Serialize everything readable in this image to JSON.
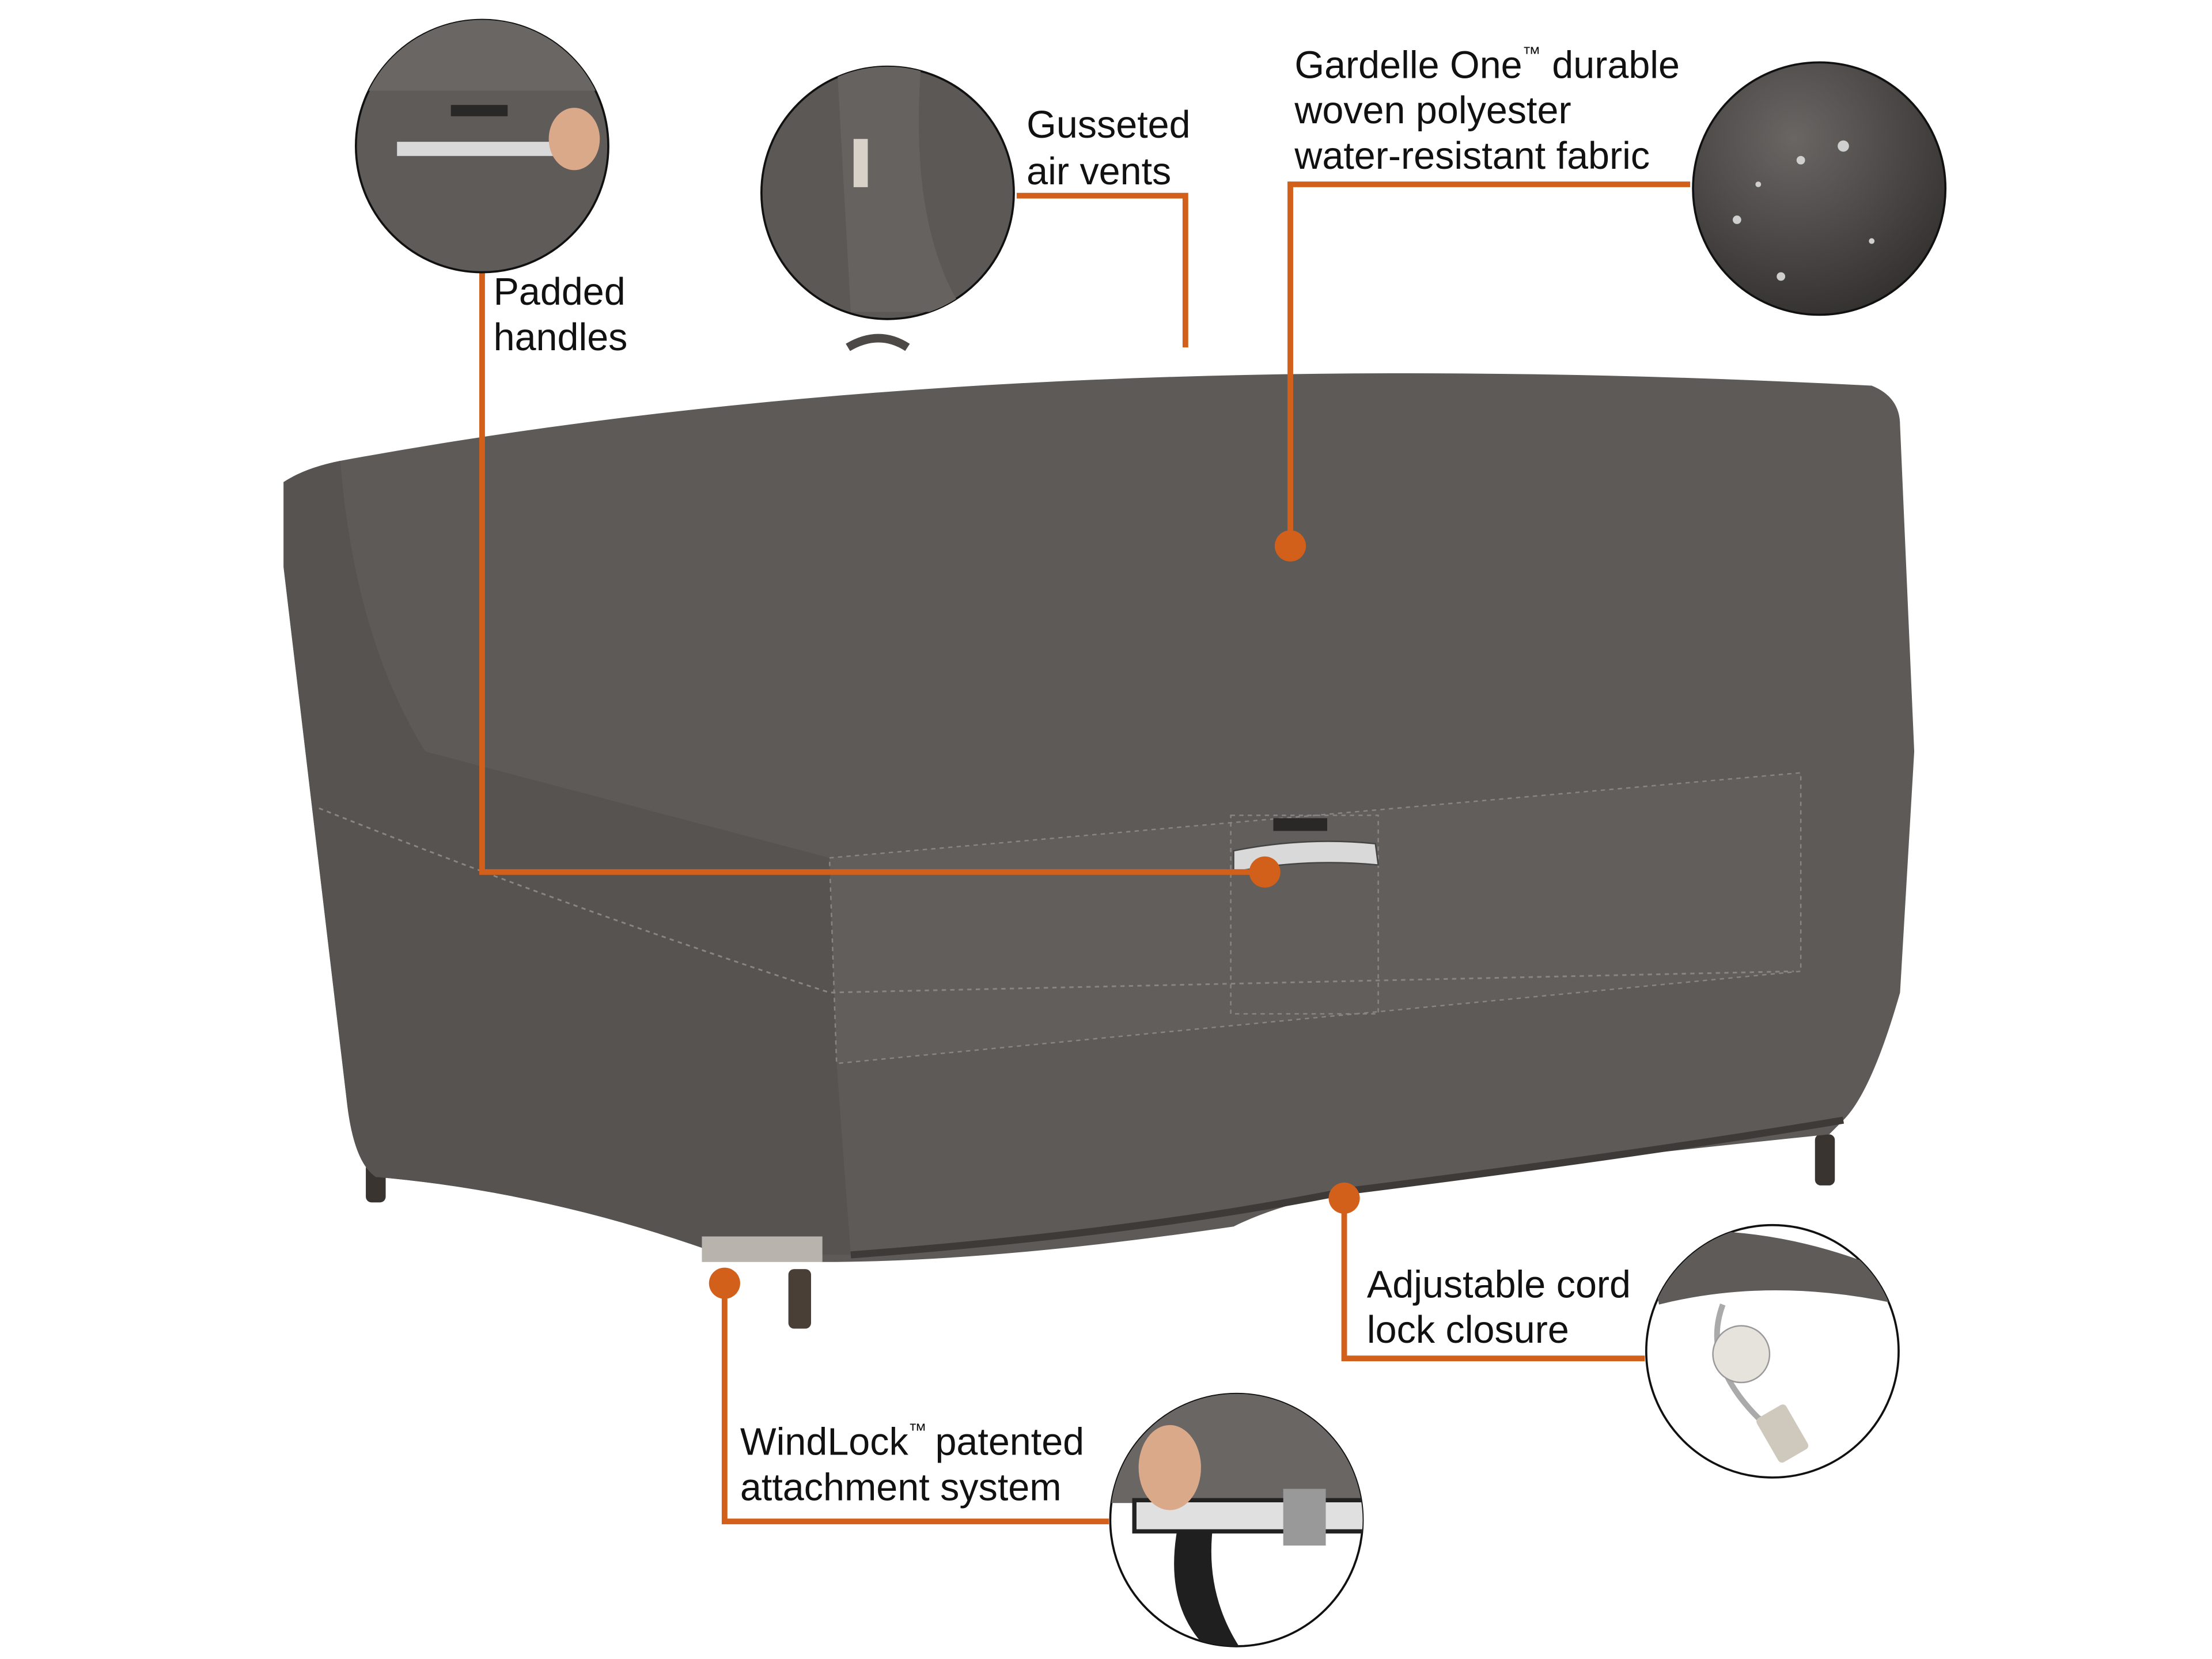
{
  "callouts": {
    "padded_handles": {
      "lines": [
        "Padded",
        "handles"
      ]
    },
    "air_vents": {
      "lines": [
        "Gusseted",
        "air vents"
      ]
    },
    "fabric": {
      "lines": [
        "Gardelle One",
        "durable",
        "woven polyester",
        "water-resistant fabric"
      ],
      "trademark": "™"
    },
    "cord_lock": {
      "lines": [
        "Adjustable cord",
        "lock closure"
      ]
    },
    "windlock": {
      "lines": [
        "WindLock",
        "patented",
        "attachment system"
      ],
      "trademark": "™"
    }
  },
  "colors": {
    "accent": "#d2601a",
    "cover": "#5e5a58",
    "cover_dark": "#4f4b49",
    "text": "#111111"
  }
}
